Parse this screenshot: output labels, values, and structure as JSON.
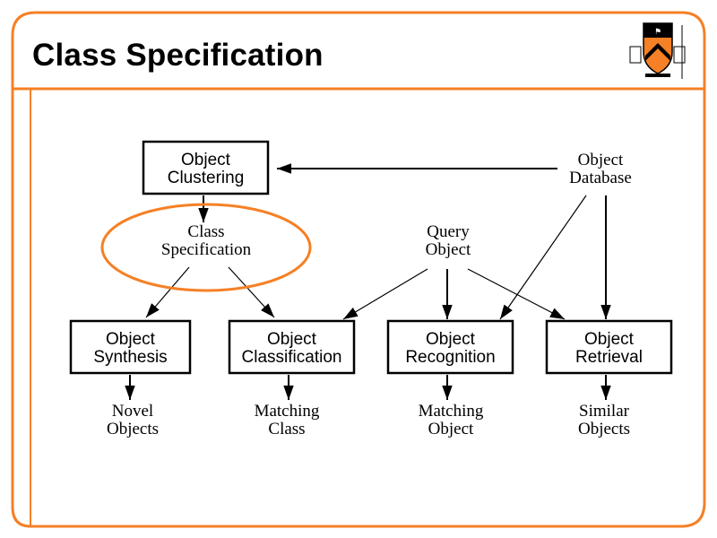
{
  "slide": {
    "title": "Class Specification",
    "accent_color": "#F58025",
    "logo": "princeton-shield-icon"
  },
  "diagram": {
    "boxes": [
      {
        "id": "clustering",
        "lines": [
          "Object",
          "Clustering"
        ]
      },
      {
        "id": "synthesis",
        "lines": [
          "Object",
          "Synthesis"
        ]
      },
      {
        "id": "classification",
        "lines": [
          "Object",
          "Classification"
        ]
      },
      {
        "id": "recognition",
        "lines": [
          "Object",
          "Recognition"
        ]
      },
      {
        "id": "retrieval",
        "lines": [
          "Object",
          "Retrieval"
        ]
      }
    ],
    "nodes": [
      {
        "id": "class_spec",
        "lines": [
          "Class",
          "Specification"
        ],
        "highlighted": true
      },
      {
        "id": "query",
        "lines": [
          "Query",
          "Object"
        ]
      },
      {
        "id": "database",
        "lines": [
          "Object",
          "Database"
        ]
      },
      {
        "id": "novel",
        "lines": [
          "Novel",
          "Objects"
        ]
      },
      {
        "id": "matching_class",
        "lines": [
          "Matching",
          "Class"
        ]
      },
      {
        "id": "matching_object",
        "lines": [
          "Matching",
          "Object"
        ]
      },
      {
        "id": "similar",
        "lines": [
          "Similar",
          "Objects"
        ]
      }
    ],
    "edges": [
      {
        "from": "database",
        "to": "clustering"
      },
      {
        "from": "clustering",
        "to": "class_spec"
      },
      {
        "from": "class_spec",
        "to": "synthesis"
      },
      {
        "from": "class_spec",
        "to": "classification"
      },
      {
        "from": "query",
        "to": "classification"
      },
      {
        "from": "query",
        "to": "recognition"
      },
      {
        "from": "query",
        "to": "retrieval"
      },
      {
        "from": "database",
        "to": "recognition"
      },
      {
        "from": "database",
        "to": "retrieval"
      },
      {
        "from": "synthesis",
        "to": "novel"
      },
      {
        "from": "classification",
        "to": "matching_class"
      },
      {
        "from": "recognition",
        "to": "matching_object"
      },
      {
        "from": "retrieval",
        "to": "similar"
      }
    ]
  }
}
